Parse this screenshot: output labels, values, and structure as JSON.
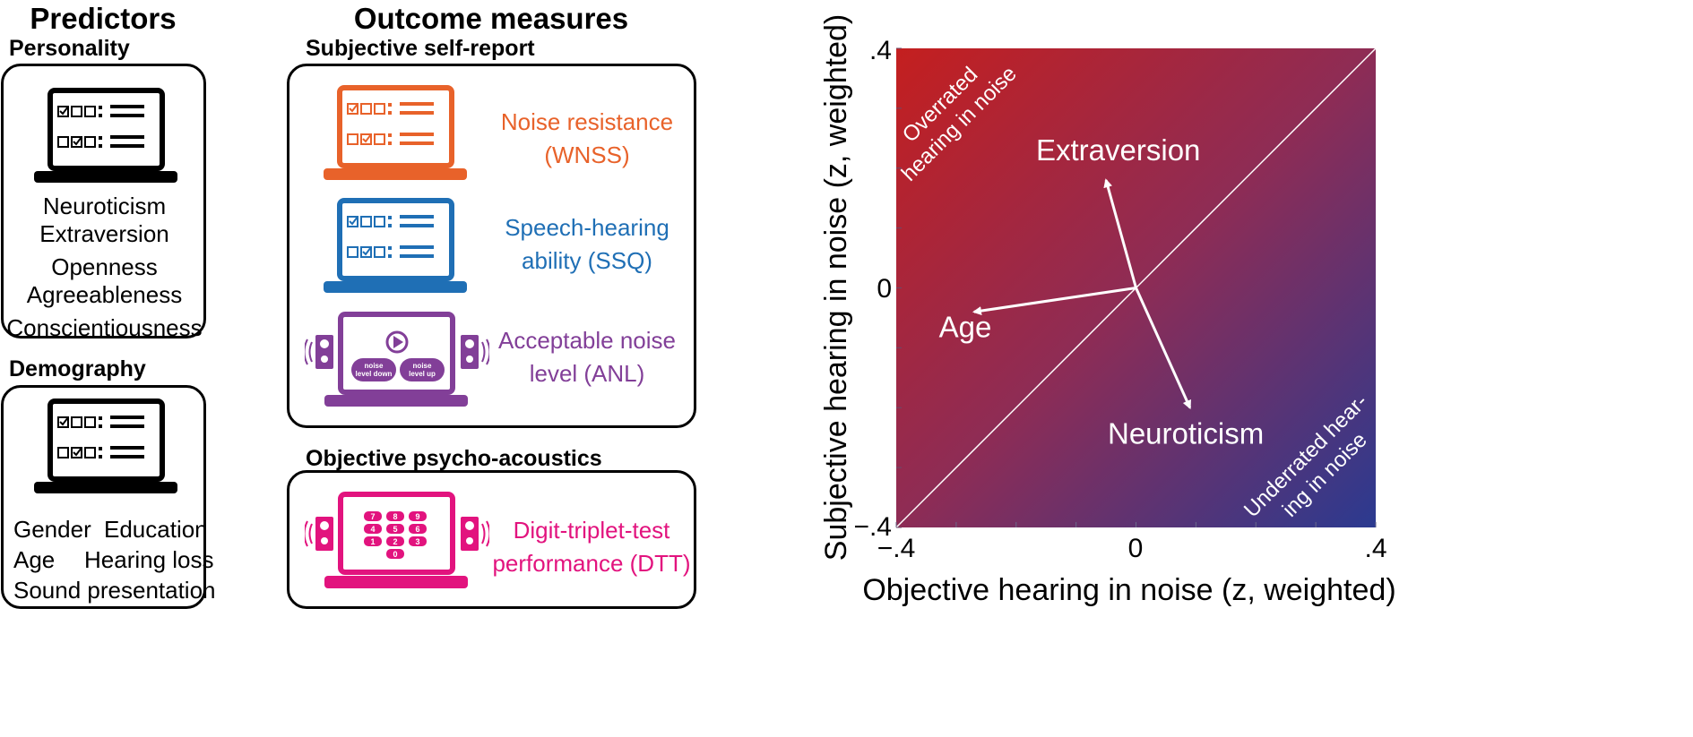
{
  "predictors": {
    "title": "Predictors",
    "personality": {
      "label": "Personality",
      "traits": [
        "Neuroticism",
        "Extraversion",
        "Openness",
        "Agreeableness",
        "Conscientiousness"
      ]
    },
    "demography": {
      "label": "Demography",
      "items": [
        "Gender",
        "Education",
        "Age",
        "Hearing loss",
        "Sound presentation"
      ]
    }
  },
  "outcomes": {
    "title": "Outcome measures",
    "subjective": {
      "label": "Subjective self-report",
      "measures": [
        {
          "line1": "Noise resistance",
          "line2": "(WNSS)",
          "color": "#e8622a"
        },
        {
          "line1": "Speech-hearing",
          "line2": "ability (SSQ)",
          "color": "#1f6fb5"
        },
        {
          "line1": "Acceptable noise",
          "line2": "level (ANL)",
          "color": "#823f98"
        }
      ],
      "anl_buttons": [
        "noise level down",
        "noise level up"
      ]
    },
    "objective": {
      "label": "Objective psycho-acoustics",
      "measure": {
        "line1": "Digit-triplet-test",
        "line2": "performance (DTT)",
        "color": "#e2137e"
      },
      "keypad": [
        "7",
        "8",
        "9",
        "4",
        "5",
        "6",
        "1",
        "2",
        "3",
        "0"
      ]
    }
  },
  "chart_data": {
    "type": "scatter",
    "xlabel": "Objective hearing in noise (z, weighted)",
    "ylabel": "Subjective hearing in noise (z, weighted)",
    "xlim": [
      -0.4,
      0.4
    ],
    "ylim": [
      -0.4,
      0.4
    ],
    "x_ticks": [
      "−.4",
      "0",
      ".4"
    ],
    "y_ticks": [
      ".4",
      "0",
      "−.4"
    ],
    "gradient_colors": {
      "top_left": "#c41f1f",
      "bottom_right": "#2b3a90"
    },
    "annotations": {
      "top_left": [
        "Overrated",
        "hearing in noise"
      ],
      "bottom_right": [
        "Underrated hear-",
        "ing in noise"
      ]
    },
    "vectors": [
      {
        "label": "Extraversion",
        "x": -0.05,
        "y": 0.18
      },
      {
        "label": "Age",
        "x": -0.27,
        "y": -0.04
      },
      {
        "label": "Neuroticism",
        "x": 0.09,
        "y": -0.2
      }
    ]
  }
}
